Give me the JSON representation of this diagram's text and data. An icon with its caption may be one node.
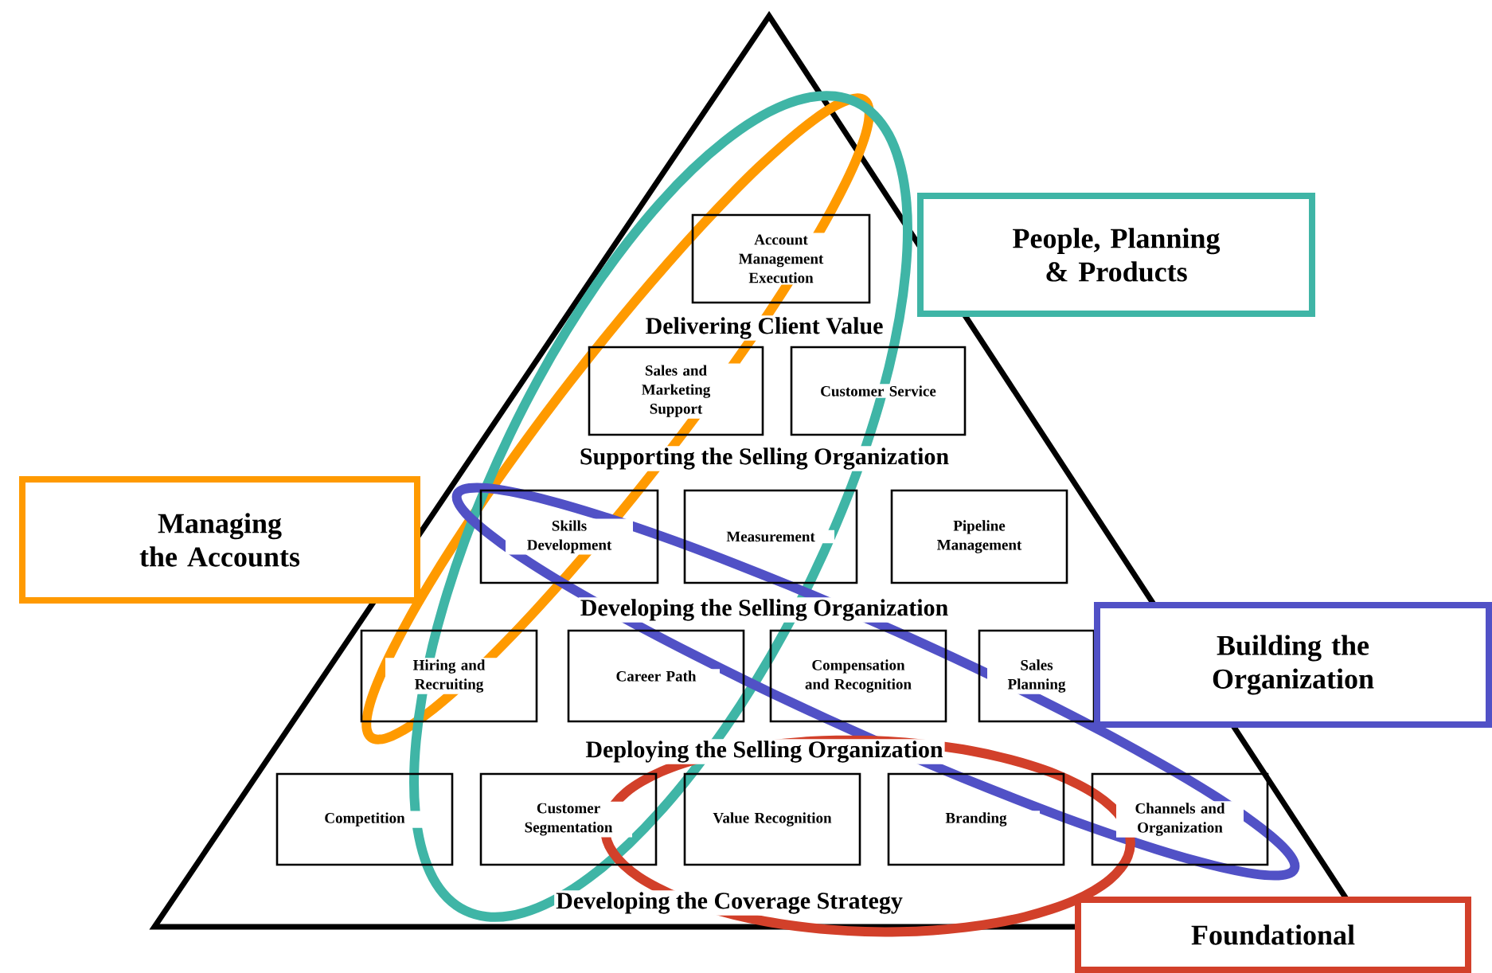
{
  "diagram": {
    "nodes": [
      {
        "text": [
          "Account Management Execution"
        ]
      },
      {
        "text": [
          "Sales and Marketing Support"
        ]
      },
      {
        "text": [
          "Customer Service"
        ]
      },
      {
        "text": [
          "Skills Development"
        ]
      },
      {
        "text": [
          "Measurement"
        ]
      },
      {
        "text": [
          "Pipeline Management"
        ]
      },
      {
        "text": [
          "Hiring and Recruiting"
        ]
      },
      {
        "text": [
          "Career Path"
        ]
      },
      {
        "text": [
          "Compensation and Recognition"
        ]
      },
      {
        "text": [
          "Sales Planning"
        ]
      },
      {
        "text": [
          "Competition"
        ]
      },
      {
        "text": [
          "Customer Segmentation"
        ]
      },
      {
        "text": [
          "Value Recognition"
        ]
      },
      {
        "text": [
          "Branding"
        ]
      },
      {
        "text": [
          "Channels and Organization"
        ]
      },
      {
        "text": [
          "People, Planning & Products"
        ]
      },
      {
        "text": [
          "Managing the Accounts"
        ]
      },
      {
        "text": [
          "Building the Organization"
        ]
      },
      {
        "text": [
          "Foundational"
        ]
      }
    ],
    "edges": [],
    "labels": [
      "Delivering Client Value",
      "Supporting the Selling Organization",
      "Developing the Selling Organization",
      "Deploying the Selling Organization",
      "Developing the Coverage Strategy"
    ]
  }
}
